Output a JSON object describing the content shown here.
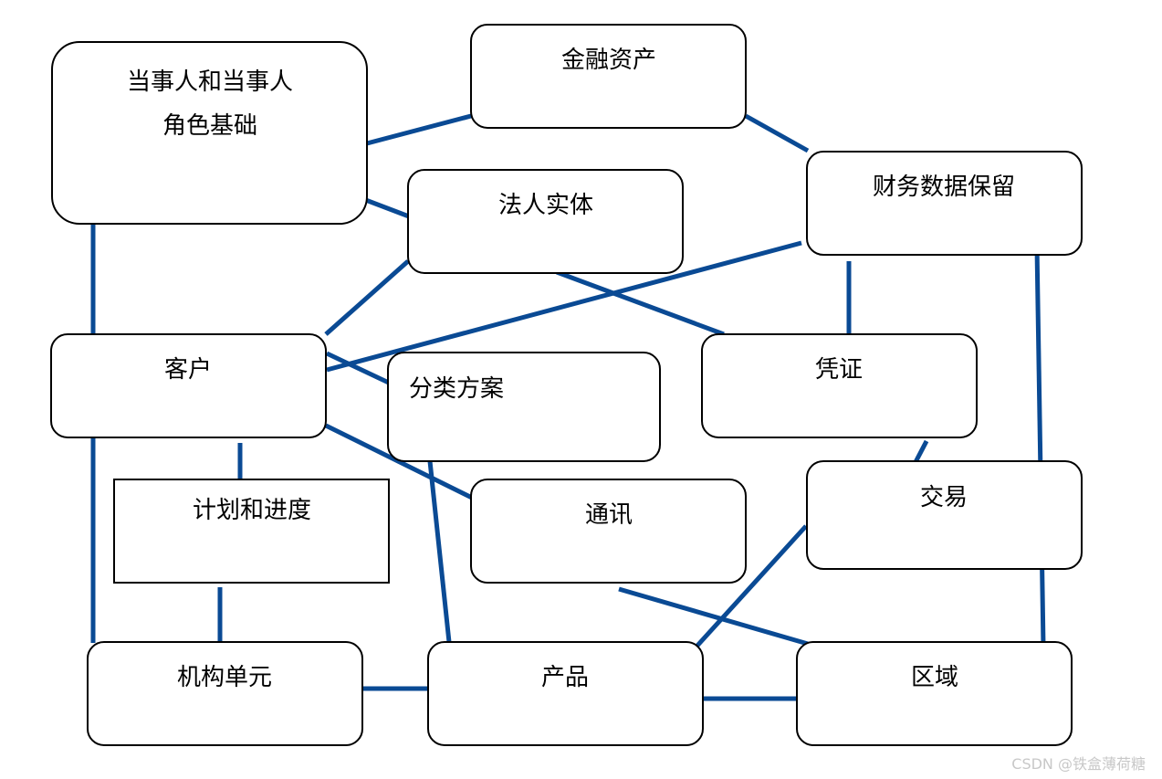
{
  "nodes": {
    "party": {
      "line1": "当事人和当事人",
      "line2": "角色基础"
    },
    "financial_assets": "金融资产",
    "financial_data_retention": "财务数据保留",
    "legal_entity": "法人实体",
    "customer": "客户",
    "classification_scheme": "分类方案",
    "voucher": "凭证",
    "plan_and_progress": "计划和进度",
    "communication": "通讯",
    "transaction": "交易",
    "org_unit": "机构单元",
    "product": "产品",
    "region": "区域"
  },
  "watermark": "CSDN @铁盒薄荷糖",
  "colors": {
    "connector": "#0a4a94",
    "border": "#000000",
    "background": "#ffffff"
  }
}
